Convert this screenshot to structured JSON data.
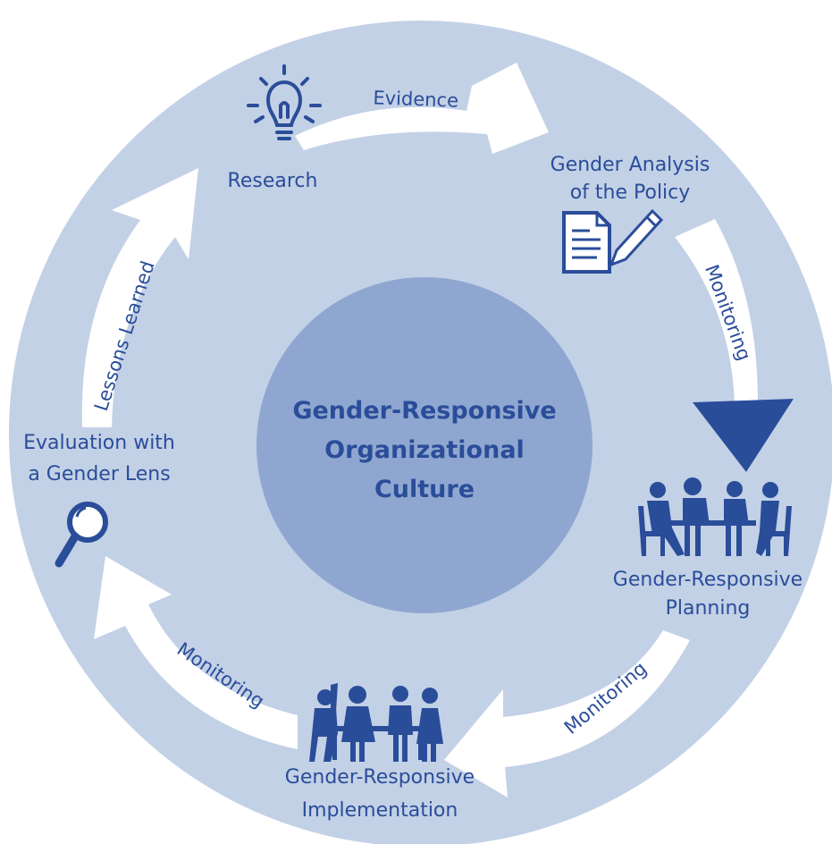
{
  "center": {
    "lines": [
      "Gender-Responsive",
      "Organizational",
      "Culture"
    ]
  },
  "stages": {
    "research": "Research",
    "analysis": [
      "Gender Analysis",
      "of the Policy"
    ],
    "planning": [
      "Gender-Responsive",
      "Planning"
    ],
    "implementation": [
      "Gender-Responsive",
      "Implementation"
    ],
    "evaluation": [
      "Evaluation with",
      "a Gender Lens"
    ]
  },
  "arrows": {
    "evidence": "Evidence",
    "monitoring_right": "Monitoring",
    "monitoring_bottom_right": "Monitoring",
    "monitoring_bottom_left": "Monitoring",
    "lessons": "Lessons Learned"
  },
  "colors": {
    "outer_ring": "#c3d1e6",
    "inner_circle": "#8fa7d0",
    "text": "#2a4d9a",
    "icon": "#2a4d9a",
    "arrow": "#ffffff"
  },
  "icons": [
    "lightbulb-icon",
    "document-pencil-icon",
    "meeting-table-icon",
    "team-standing-icon",
    "magnifier-icon"
  ]
}
